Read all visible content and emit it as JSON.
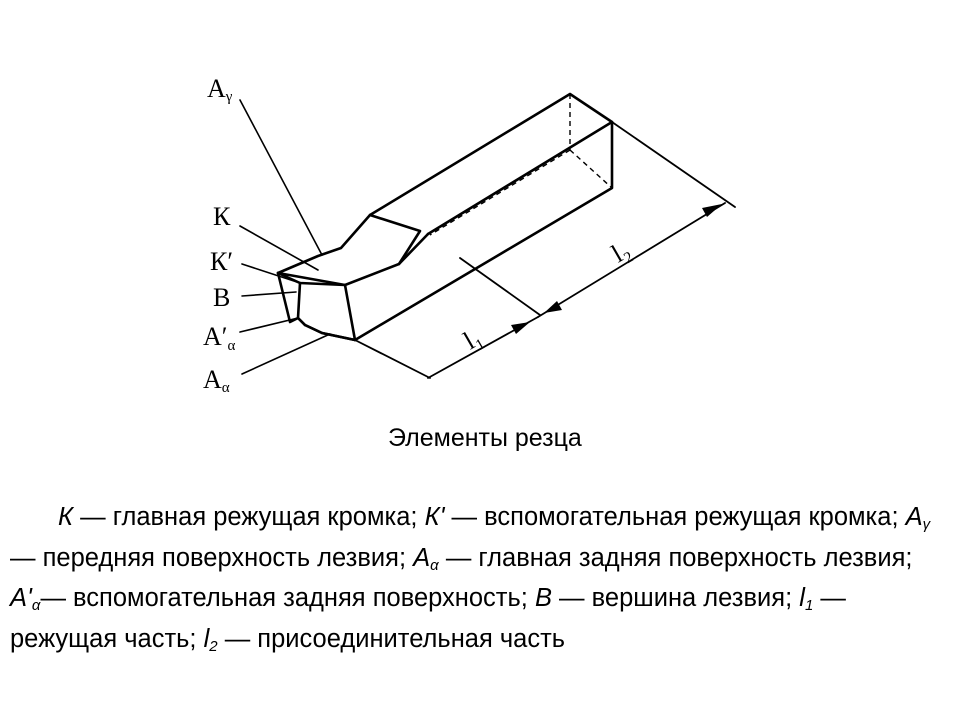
{
  "figure_labels": {
    "a_gamma": "A",
    "a_gamma_sub": "γ",
    "k": "К",
    "k_prime": "К′",
    "b": "В",
    "a_alpha_prime": "A′",
    "a_alpha_prime_sub": "α",
    "a_alpha": "A",
    "a_alpha_sub": "α",
    "l1": "l₁",
    "l2": "l₂"
  },
  "caption": "Элементы резца",
  "legend": {
    "k_sym": "К",
    "k_text": " — главная режущая кромка; ",
    "kp_sym": "К'",
    "kp_text": " — вспомогательная режущая кромка; ",
    "ag_sym": "A",
    "ag_sub": "γ",
    "ag_text": " — передняя поверхность лезвия; ",
    "aa_sym": "A",
    "aa_sub": "α",
    "aa_text": " — главная задняя поверхность лезвия; ",
    "aap_sym": "A'",
    "aap_sub": "α",
    "aap_text": "— вспомогательная задняя поверхность; ",
    "b_sym": "В",
    "b_text": " — вершина лезвия; ",
    "l1_sym": "l",
    "l1_sub": "1",
    "l1_text": " — режущая часть; ",
    "l2_sym": "l",
    "l2_sub": "2",
    "l2_text": " — присоединительная часть"
  }
}
